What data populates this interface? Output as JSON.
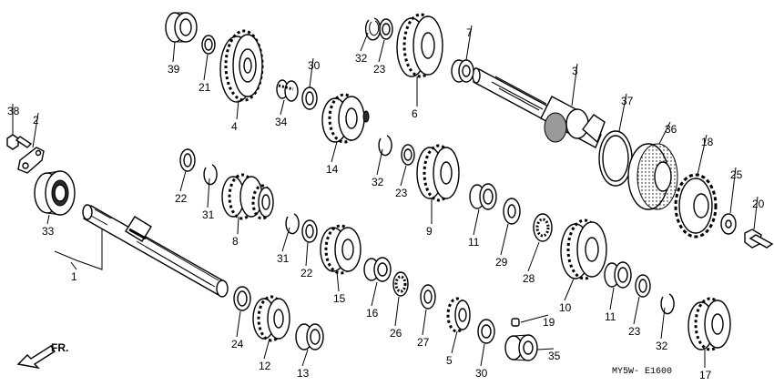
{
  "parts": [
    {
      "id": "p1",
      "label": "1"
    },
    {
      "id": "p2",
      "label": "2"
    },
    {
      "id": "p3",
      "label": "3"
    },
    {
      "id": "p4",
      "label": "4"
    },
    {
      "id": "p5",
      "label": "5"
    },
    {
      "id": "p6",
      "label": "6"
    },
    {
      "id": "p7",
      "label": "7"
    },
    {
      "id": "p8",
      "label": "8"
    },
    {
      "id": "p9",
      "label": "9"
    },
    {
      "id": "p10",
      "label": "10"
    },
    {
      "id": "p11a",
      "label": "11"
    },
    {
      "id": "p11b",
      "label": "11"
    },
    {
      "id": "p12",
      "label": "12"
    },
    {
      "id": "p13",
      "label": "13"
    },
    {
      "id": "p14",
      "label": "14"
    },
    {
      "id": "p15",
      "label": "15"
    },
    {
      "id": "p16",
      "label": "16"
    },
    {
      "id": "p17",
      "label": "17"
    },
    {
      "id": "p18",
      "label": "18"
    },
    {
      "id": "p19",
      "label": "19"
    },
    {
      "id": "p20",
      "label": "20"
    },
    {
      "id": "p21",
      "label": "21"
    },
    {
      "id": "p22a",
      "label": "22"
    },
    {
      "id": "p22b",
      "label": "22"
    },
    {
      "id": "p23a",
      "label": "23"
    },
    {
      "id": "p23b",
      "label": "23"
    },
    {
      "id": "p23c",
      "label": "23"
    },
    {
      "id": "p24",
      "label": "24"
    },
    {
      "id": "p25",
      "label": "25"
    },
    {
      "id": "p26",
      "label": "26"
    },
    {
      "id": "p27",
      "label": "27"
    },
    {
      "id": "p28",
      "label": "28"
    },
    {
      "id": "p29",
      "label": "29"
    },
    {
      "id": "p30a",
      "label": "30"
    },
    {
      "id": "p30b",
      "label": "30"
    },
    {
      "id": "p31a",
      "label": "31"
    },
    {
      "id": "p31b",
      "label": "31"
    },
    {
      "id": "p32a",
      "label": "32"
    },
    {
      "id": "p32b",
      "label": "32"
    },
    {
      "id": "p32c",
      "label": "32"
    },
    {
      "id": "p33",
      "label": "33"
    },
    {
      "id": "p34",
      "label": "34"
    },
    {
      "id": "p35",
      "label": "35"
    },
    {
      "id": "p36",
      "label": "36"
    },
    {
      "id": "p37",
      "label": "37"
    },
    {
      "id": "p38",
      "label": "38"
    },
    {
      "id": "p39",
      "label": "39"
    }
  ],
  "direction_label": "FR.",
  "drawing_code": "MY5W- E1600"
}
